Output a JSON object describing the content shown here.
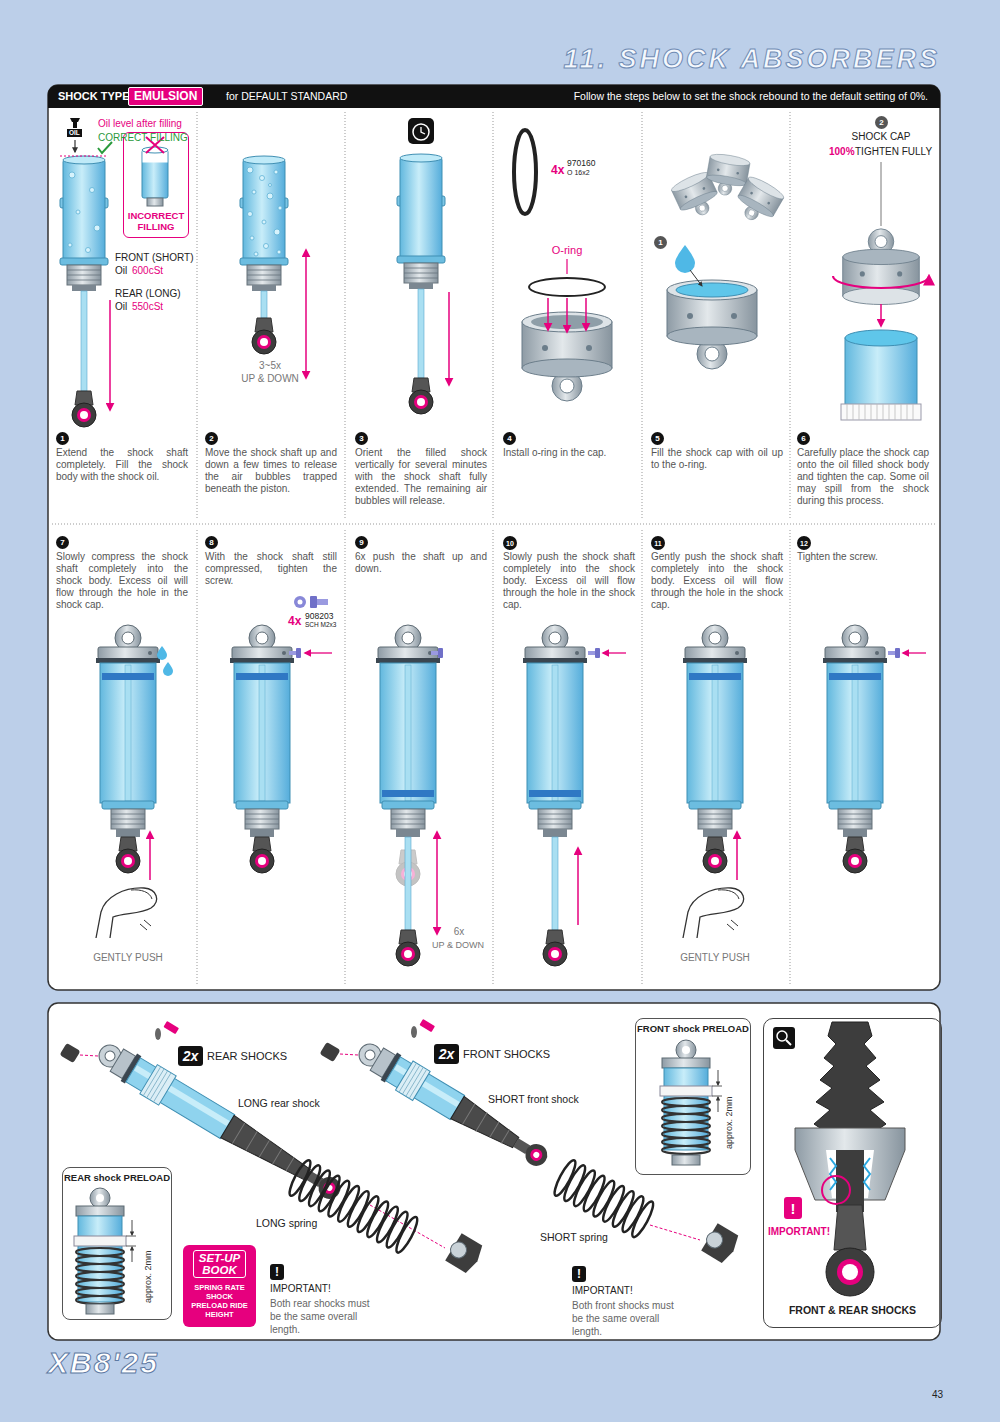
{
  "diagram": {
    "title": "11. SHOCK ABSORBERS",
    "nodes": [
      {
        "text": [
          "SHOCK TYPE:",
          "for DEFAULT STANDARD",
          "Follow the steps below to set the shock rebound to the default setting of 0%."
        ]
      },
      {
        "text": [
          "EMULSION"
        ],
        "in": 0
      },
      {
        "text": [
          "INCORRECT FILLING"
        ]
      },
      {
        "text": [
          "1"
        ]
      },
      {
        "text": [
          "2"
        ]
      },
      {
        "text": [
          "3"
        ]
      },
      {
        "text": [
          "4"
        ]
      },
      {
        "text": [
          "5"
        ]
      },
      {
        "text": [
          "6"
        ]
      },
      {
        "text": [
          "1"
        ]
      },
      {
        "text": [
          "2"
        ]
      },
      {
        "text": [
          "7"
        ]
      },
      {
        "text": [
          "8"
        ]
      },
      {
        "text": [
          "9"
        ]
      },
      {
        "text": [
          "10"
        ]
      },
      {
        "text": [
          "11"
        ]
      },
      {
        "text": [
          "12"
        ]
      },
      {
        "text": [
          "2x"
        ]
      },
      {
        "text": [
          "2x"
        ]
      },
      {
        "text": [
          "FRONT shock PRELOAD",
          "approx. 2mm"
        ]
      },
      {
        "text": [
          "IMPORTANT!",
          "FRONT & REAR SHOCKS"
        ]
      },
      {
        "text": [
          "!"
        ],
        "in": 20
      },
      {
        "text": [
          "REAR shock PRELOAD",
          "approx. 2mm"
        ]
      },
      {
        "text": [
          "SET-UP BOOK",
          "SPRING RATE SHOCK PRELOAD RIDE HEIGHT"
        ]
      },
      {
        "text": [
          "!"
        ]
      },
      {
        "text": [
          "!"
        ]
      }
    ],
    "labels": [
      "OIL",
      "Oil level after filling",
      "CORRECT FILLING",
      "FRONT (SHORT)",
      "Oil",
      "600cSt",
      "REAR (LONG)",
      "Oil",
      "550cSt",
      "Extend the shock shaft completely. Fill the shock body with the shock oil.",
      "3~5x",
      "UP & DOWN",
      "Move the shock shaft up and down a few times to release the air bubbles trapped beneath the piston.",
      "Orient the filled shock vertically for several minutes with the shock shaft fully extended. The remaining air bubbles will release.",
      "4x",
      "970160",
      "O 16x2",
      "O-ring",
      "Install o-ring in the cap.",
      "Fill the shock cap with oil up to the o-ring.",
      "SHOCK CAP",
      "100%",
      "TIGHTEN FULLY",
      "Carefully place the shock cap onto the oil filled shock body and tighten the cap. Some oil may spill from the shock during this process.",
      "Slowly compress the shock shaft completely into the shock body. Excess oil will flow through the hole in the shock cap.",
      "GENTLY PUSH",
      "With the shock shaft still compressed, tighten the screw.",
      "4x",
      "908203",
      "SCH M2x3",
      "6x push the shaft up and down.",
      "6x",
      "UP & DOWN",
      "Slowly push the shock shaft completely into the shock body. Excess oil will flow through the hole in the shock cap.",
      "Gently push the shock shaft completely into the shock body. Excess oil will flow through the hole in the shock cap.",
      "GENTLY PUSH",
      "Tighten the screw.",
      "REAR SHOCKS",
      "LONG rear shock",
      "LONG spring",
      "IMPORTANT!",
      "Both rear shocks must be the same overall length.",
      "FRONT SHOCKS",
      "SHORT front shock",
      "SHORT spring",
      "IMPORTANT!",
      "Both front shocks must be the same overall length.",
      "XB8'25",
      "43"
    ]
  }
}
